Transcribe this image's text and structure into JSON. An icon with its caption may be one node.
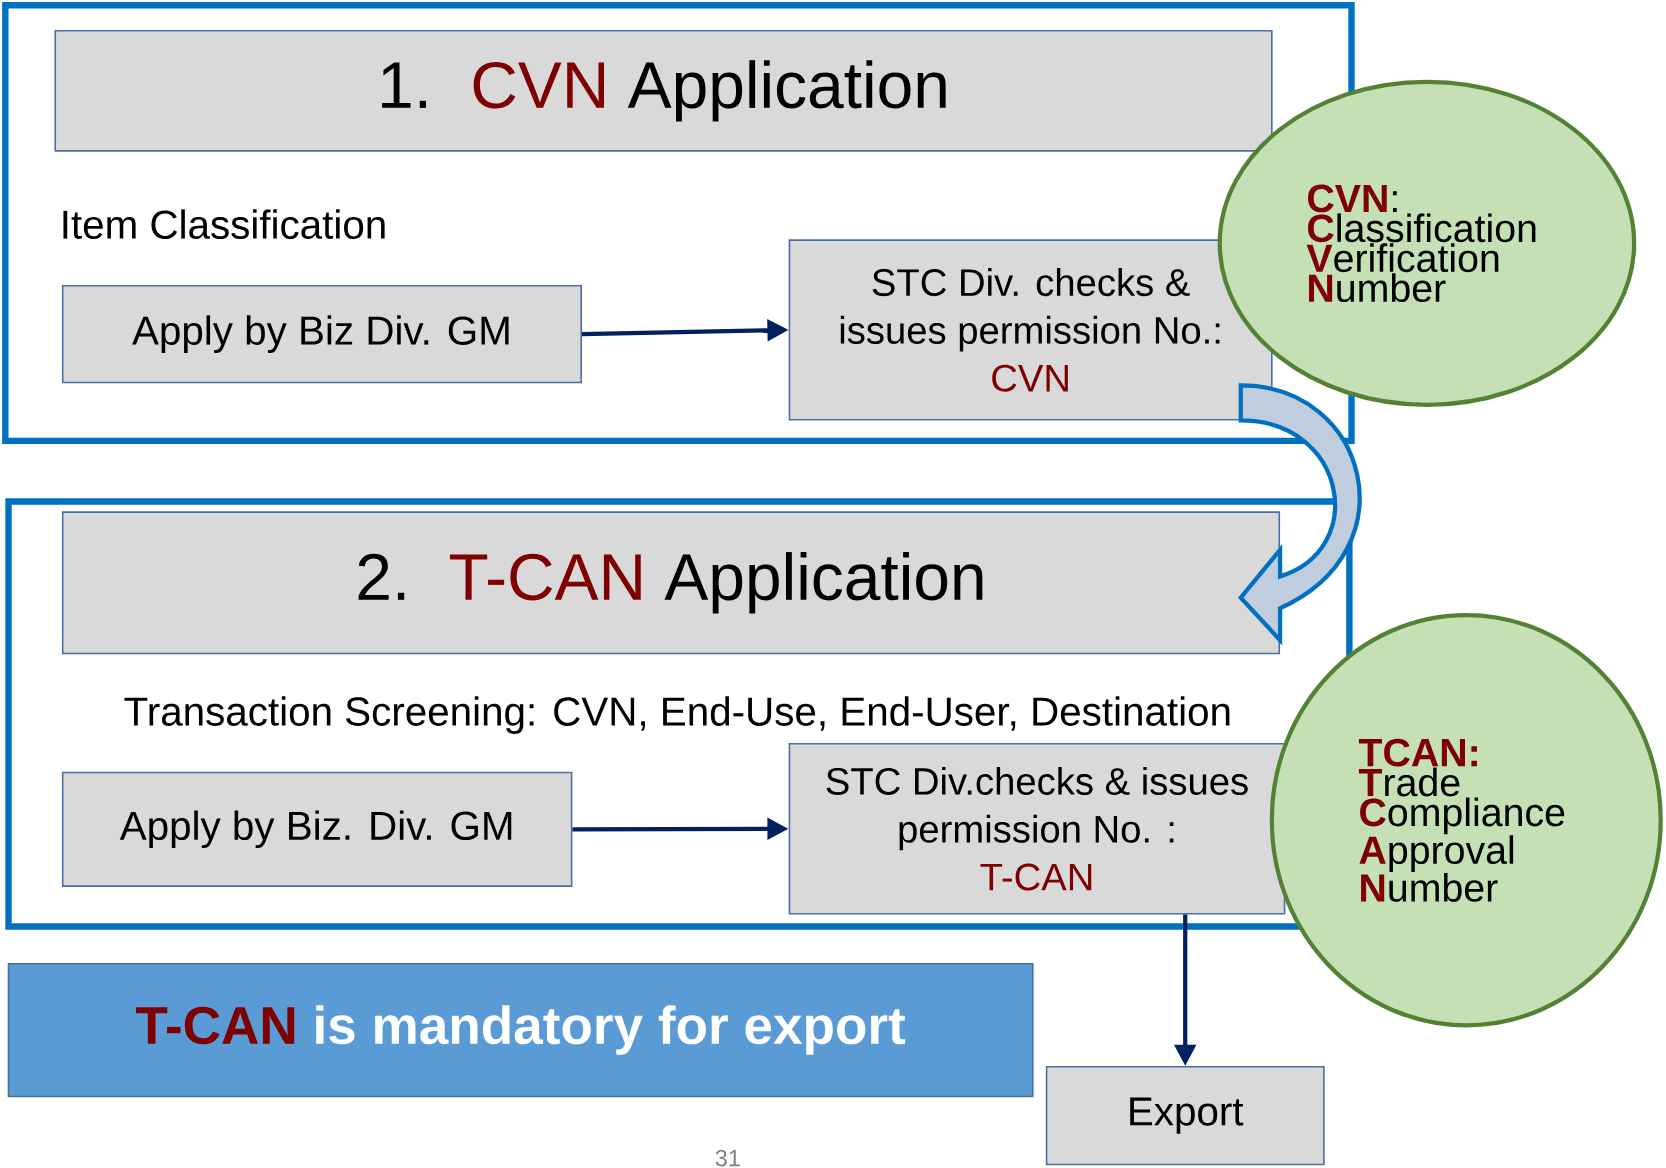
{
  "diagram": {
    "nodes": [
      {
        "text": [],
        "shape": "box"
      },
      {
        "text": [
          "1.",
          "CVN",
          "Application"
        ],
        "in": 0
      },
      {
        "text": [
          "Apply by Biz Div. GM"
        ],
        "in": 0
      },
      {
        "text": [
          "STC Div. checks & issues permission No.:",
          "CVN"
        ],
        "in": 0
      },
      {
        "text": [
          "**CVN**:",
          "**C**lassification **V**erification **N**umber"
        ]
      },
      {
        "text": [],
        "shape": "box"
      },
      {
        "text": [
          "2.",
          "T-CAN",
          "Application"
        ],
        "in": 5
      },
      {
        "text": [
          "Apply by Biz. Div. GM"
        ],
        "in": 5
      },
      {
        "text": [
          "STC Div.checks & issues permission No. :",
          "T-CAN"
        ],
        "in": 5
      },
      {
        "text": [
          "**TCAN:**",
          "**T**rade **C**ompliance **A**pproval **N**umber"
        ]
      },
      {
        "text": [
          "T-CAN",
          "is mandatory for export"
        ]
      },
      {
        "text": [
          "Export"
        ]
      }
    ],
    "edges": [
      {
        "from": 2,
        "to": 3,
        "arrow": "to"
      },
      {
        "from": 3,
        "to": 6,
        "arrow": "to",
        "style": "thick",
        "color": "#0070c0"
      },
      {
        "from": 7,
        "to": 8,
        "arrow": "to"
      },
      {
        "from": 8,
        "to": 11,
        "arrow": "to"
      }
    ],
    "labels": [
      "Item Classification",
      "Transaction Screening: CVN, End-Use, End-User,  Destination",
      "31"
    ]
  }
}
